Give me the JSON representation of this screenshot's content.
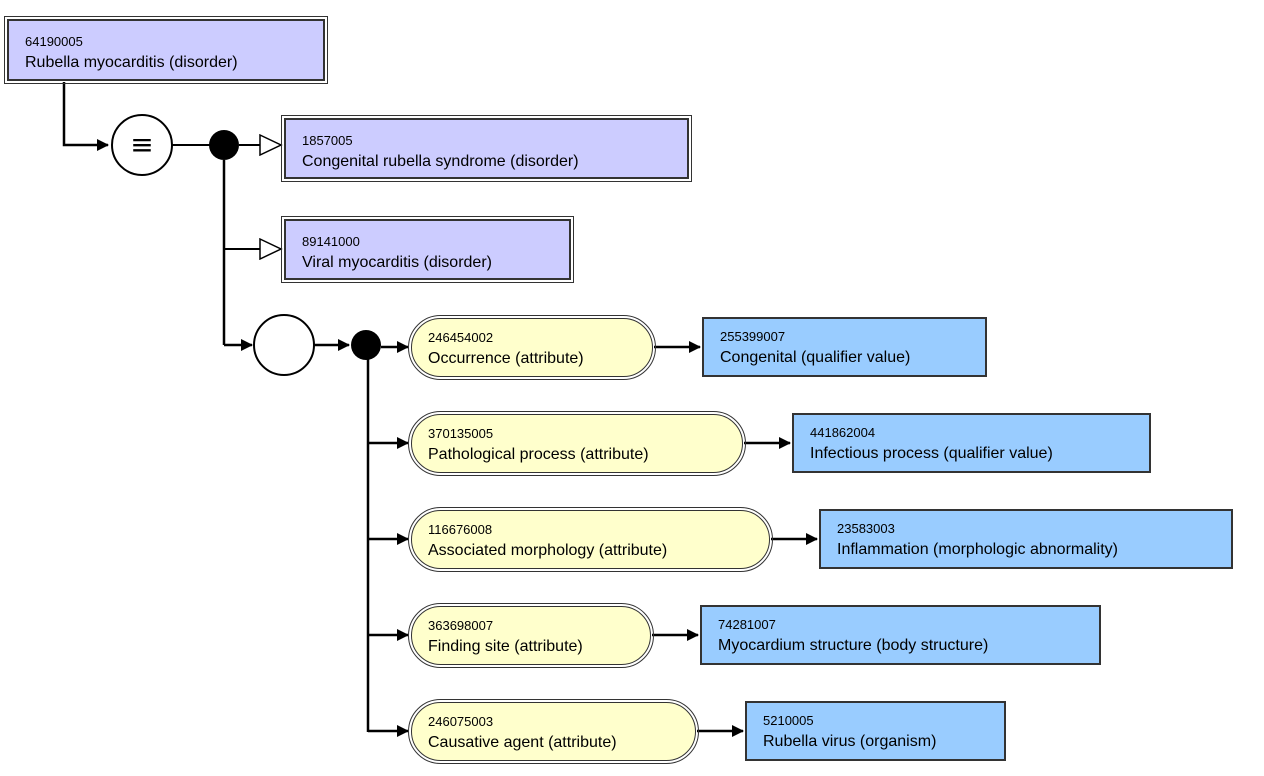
{
  "focus": {
    "code": "64190005",
    "label": "Rubella myocarditis (disorder)"
  },
  "equivalence_symbol": "≡",
  "parents": [
    {
      "code": "1857005",
      "label": "Congenital rubella syndrome (disorder)"
    },
    {
      "code": "89141000",
      "label": "Viral myocarditis (disorder)"
    }
  ],
  "relationships": [
    {
      "attribute": {
        "code": "246454002",
        "label": "Occurrence (attribute)"
      },
      "value": {
        "code": "255399007",
        "label": "Congenital (qualifier value)"
      }
    },
    {
      "attribute": {
        "code": "370135005",
        "label": "Pathological process (attribute)"
      },
      "value": {
        "code": "441862004",
        "label": "Infectious process (qualifier value)"
      }
    },
    {
      "attribute": {
        "code": "116676008",
        "label": "Associated morphology (attribute)"
      },
      "value": {
        "code": "23583003",
        "label": "Inflammation (morphologic abnormality)"
      }
    },
    {
      "attribute": {
        "code": "363698007",
        "label": "Finding site (attribute)"
      },
      "value": {
        "code": "74281007",
        "label": "Myocardium structure (body structure)"
      }
    },
    {
      "attribute": {
        "code": "246075003",
        "label": "Causative agent (attribute)"
      },
      "value": {
        "code": "5210005",
        "label": "Rubella virus (organism)"
      }
    }
  ]
}
